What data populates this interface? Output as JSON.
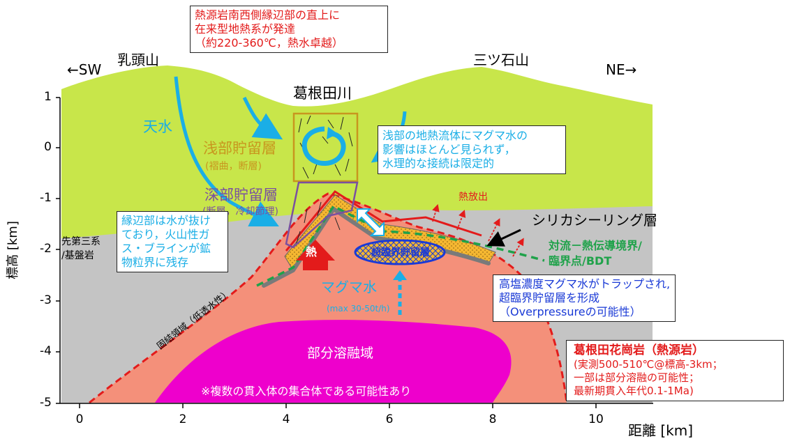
{
  "y_axis": {
    "label": "標高 [km]",
    "ticks": [
      "1",
      "0",
      "-1",
      "-2",
      "-3",
      "-4",
      "-5"
    ]
  },
  "x_axis": {
    "label": "距離 [km]",
    "ticks": [
      "0",
      "2",
      "4",
      "6",
      "8",
      "10"
    ]
  },
  "directions": {
    "left": "←SW",
    "right": "NE→"
  },
  "mountains": {
    "left": "乳頭山",
    "right": "三ツ石山"
  },
  "river": "葛根田川",
  "layers": {
    "meteoric_water": "天水",
    "shallow_reservoir": "浅部貯留層",
    "shallow_reservoir_note": "(褶曲，断層)",
    "deep_reservoir": "深部貯留層",
    "deep_reservoir_note": "(断層，冷却節理)",
    "basement": "先第三系\n/基盤岩",
    "heat_release": "熱放出",
    "heat": "熱",
    "supercritical": "超臨界貯留層",
    "magma_water": "マグマ水",
    "magma_water_flux": "(max 30-50t/h)",
    "solidified_zone": "固結領域（低透水性）",
    "partial_melt": "部分溶融域",
    "partial_melt_note": "※複数の貫入体の集合体である可能性あり",
    "silica_seal": "シリカシーリング層",
    "bdt": "対流－熱伝導境界/\n臨界点/BDT"
  },
  "callouts": {
    "top": "熱源岩南西側縁辺部の直上に\n在来型地熱系が発達\n（約220-360℃，熱水卓越）",
    "shallow_fluid": "浅部の地熱流体にマグマ水の\n影響はほとんど見られず，\n水理的な接続は限定的",
    "margin": "縁辺部は水が抜け\nており，火山性ガ\nス・ブラインが鉱\n物粒界に残存",
    "brine": "高塩濃度マグマ水がトラップされ,\n超臨界貯留層を形成\n（Overpressureの可能性）",
    "granite_title": "葛根田花崗岩（熱源岩）",
    "granite_body": "(実測500-510℃@標高-3km；\n一部は部分溶融の可能性；\n最新期貫入年代0.1-1Ma)"
  },
  "colors": {
    "green": "#c8e64a",
    "gray": "#c4c4c4",
    "salmon": "#f4907a",
    "magenta": "#ee00cc",
    "water": "#1aaee6",
    "red": "#e31b1b",
    "bdt_green": "#1fa24a",
    "reservoir_brown": "#c8961e",
    "deep_purple": "#7a4fa0"
  }
}
